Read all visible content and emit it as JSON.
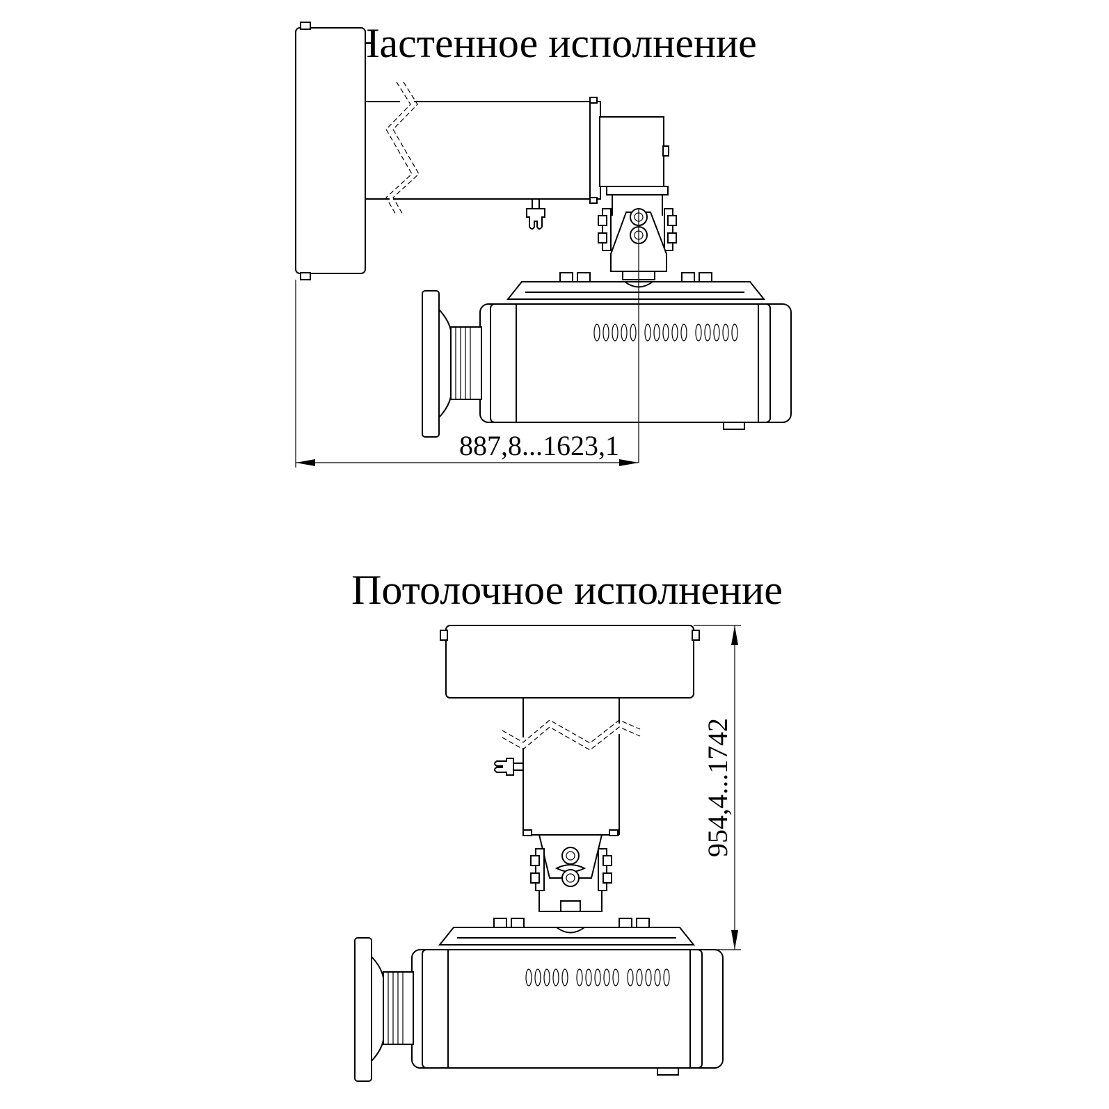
{
  "wall_view": {
    "title": "Настенное исполнение",
    "dimension": "887,8...1623,1"
  },
  "ceiling_view": {
    "title": "Потолочное исполнение",
    "dimension": "954,4...1742"
  }
}
